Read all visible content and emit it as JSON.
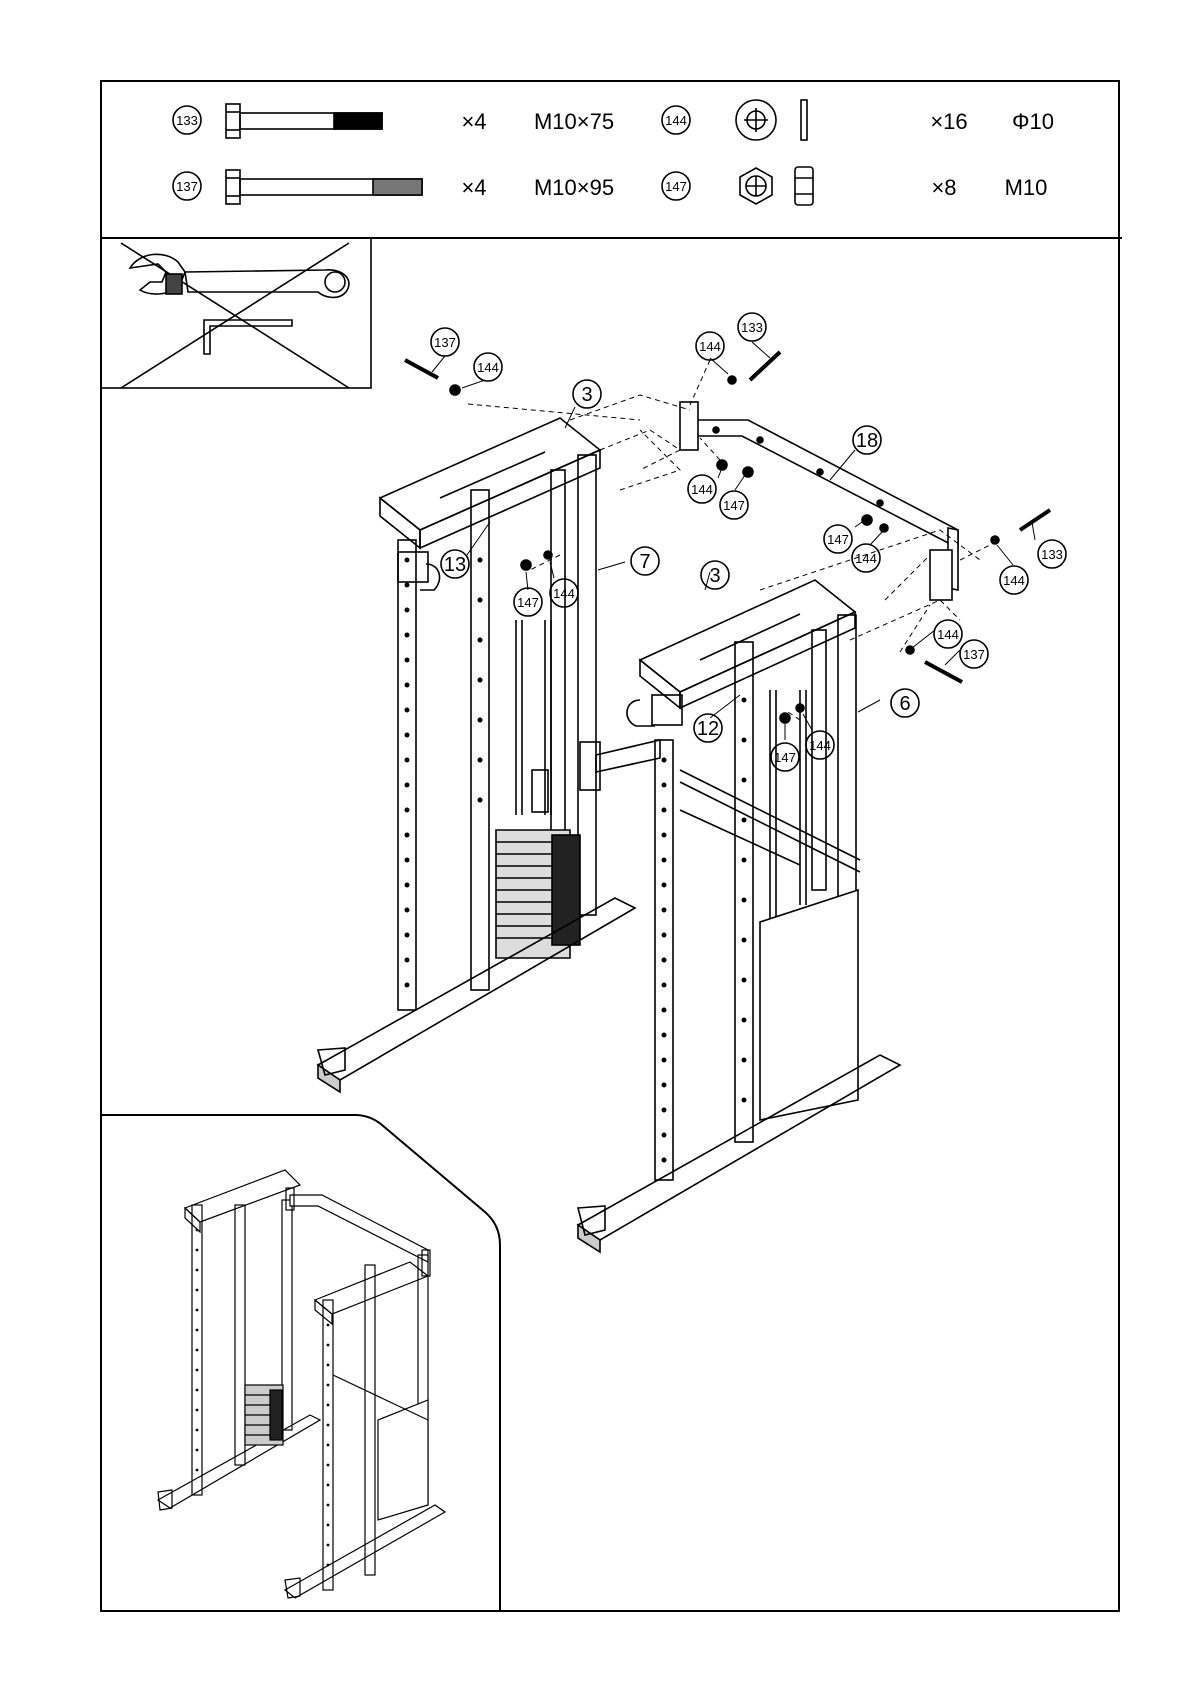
{
  "hardware": {
    "row1": {
      "bolt": {
        "callout": "133",
        "qty": "×4",
        "spec": "M10×75"
      },
      "part": {
        "callout": "144",
        "qty": "×16",
        "spec": "Φ10"
      }
    },
    "row2": {
      "bolt": {
        "callout": "137",
        "qty": "×4",
        "spec": "M10×95"
      },
      "part": {
        "callout": "147",
        "qty": "×8",
        "spec": "M10"
      }
    }
  },
  "tools_crossed_out": true,
  "callouts": {
    "c137a": "137",
    "c144a": "144",
    "c144b": "144",
    "c133a": "133",
    "c3a": "3",
    "c18": "18",
    "c144c": "144",
    "c147c": "147",
    "c147d": "147",
    "c144d": "144",
    "c144e": "144",
    "c133b": "133",
    "c13": "13",
    "c7": "7",
    "c147a": "147",
    "c144f": "144",
    "c3b": "3",
    "c144g": "144",
    "c137b": "137",
    "c12": "12",
    "c6": "6",
    "c147b": "147",
    "c144h": "144"
  }
}
